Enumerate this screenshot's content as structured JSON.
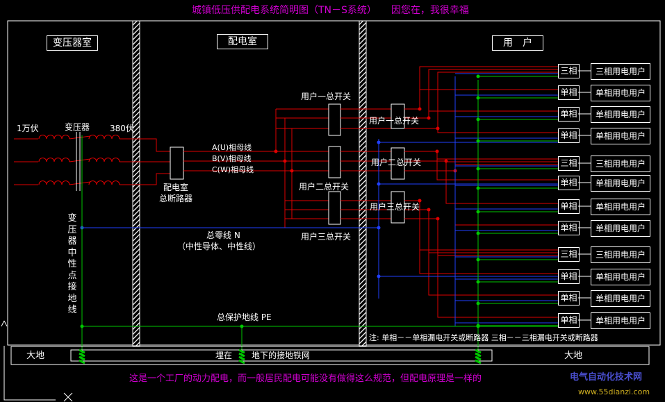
{
  "title": "城镇低压供配电系统简明图（TN－S系统）",
  "title_tail": "因您在，我很幸福",
  "rooms": [
    "变压器室",
    "配电室",
    "用　户"
  ],
  "primary_voltage": "1万伏",
  "transformer_label": "变压器",
  "secondary_voltage": "380伏",
  "busbar_labels": [
    "A(U)相母线",
    "B(V)相母线",
    "C(W)相母线"
  ],
  "main_breaker_label": [
    "配电室",
    "总断路器"
  ],
  "user_main_switch_labels": [
    "用户一总开关",
    "用户二总开关",
    "用户三总开关"
  ],
  "user_switch_labels": [
    "用户一总开关",
    "用户二总开关",
    "用户三总开关"
  ],
  "neutral_label": "总零线 N",
  "neutral_sub": "（中性导体、中性线）",
  "pe_label": "总保护地线 PE",
  "neutral_ground_vertical": "变压器中性点接地线",
  "breaker_tags": [
    "三相",
    "单相",
    "单相",
    "单相",
    "三相",
    "单相",
    "单相",
    "单相",
    "三相",
    "单相",
    "单相",
    "单相"
  ],
  "load_labels": [
    "三相用电用户",
    "单相用电用户",
    "单相用电用户",
    "单相用电用户",
    "三相用电用户",
    "单相用电用户",
    "单相用电用户",
    "单相用电用户",
    "三相用电用户",
    "单相用电用户",
    "单相用电用户",
    "单相用电用户"
  ],
  "note": "注: 单相－－单相漏电开关或断路器 三相－－三相漏电开关或断路器",
  "ground_left": "大地",
  "ground_right": "大地",
  "buried": "埋在",
  "ground_mesh": "地下的接地铁网",
  "footer_text": "这是一个工厂的动力配电，而一般居民配电可能没有做得这么规范，但配电原理是一样的",
  "watermark_cn": "电气自动化技术网",
  "watermark_url": "www.55dianzi.com",
  "colors": {
    "red": "#e00000",
    "blue": "#2040ff",
    "green": "#00c800",
    "white": "#ffffff",
    "magenta": "#d000d0",
    "bg": "#000000"
  }
}
